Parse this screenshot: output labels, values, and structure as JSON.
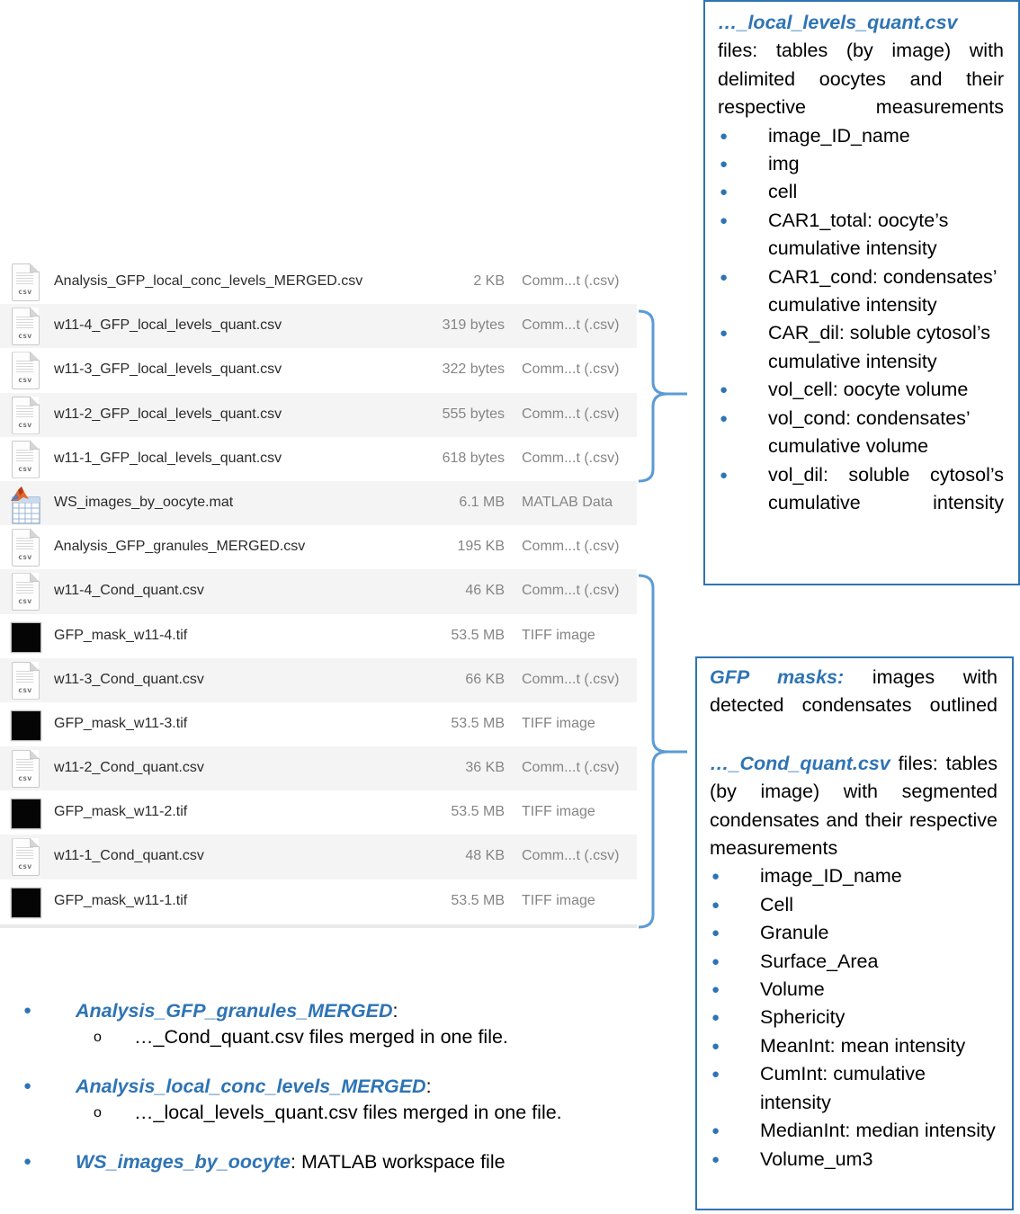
{
  "files": [
    {
      "name": "Analysis_GFP_local_conc_levels_MERGED.csv",
      "size": "2 KB",
      "kind": "Comm...t (.csv)",
      "icon": "csv-file-icon"
    },
    {
      "name": "w11-4_GFP_local_levels_quant.csv",
      "size": "319 bytes",
      "kind": "Comm...t (.csv)",
      "icon": "csv-file-icon"
    },
    {
      "name": "w11-3_GFP_local_levels_quant.csv",
      "size": "322 bytes",
      "kind": "Comm...t (.csv)",
      "icon": "csv-file-icon"
    },
    {
      "name": "w11-2_GFP_local_levels_quant.csv",
      "size": "555 bytes",
      "kind": "Comm...t (.csv)",
      "icon": "csv-file-icon"
    },
    {
      "name": "w11-1_GFP_local_levels_quant.csv",
      "size": "618 bytes",
      "kind": "Comm...t (.csv)",
      "icon": "csv-file-icon"
    },
    {
      "name": "WS_images_by_oocyte.mat",
      "size": "6.1 MB",
      "kind": "MATLAB Data",
      "icon": "matlab-file-icon"
    },
    {
      "name": "Analysis_GFP_granules_MERGED.csv",
      "size": "195 KB",
      "kind": "Comm...t (.csv)",
      "icon": "csv-file-icon"
    },
    {
      "name": "w11-4_Cond_quant.csv",
      "size": "46 KB",
      "kind": "Comm...t (.csv)",
      "icon": "csv-file-icon"
    },
    {
      "name": "GFP_mask_w11-4.tif",
      "size": "53.5 MB",
      "kind": "TIFF image",
      "icon": "tiff-thumbnail-icon"
    },
    {
      "name": "w11-3_Cond_quant.csv",
      "size": "66 KB",
      "kind": "Comm...t (.csv)",
      "icon": "csv-file-icon"
    },
    {
      "name": "GFP_mask_w11-3.tif",
      "size": "53.5 MB",
      "kind": "TIFF image",
      "icon": "tiff-thumbnail-icon"
    },
    {
      "name": "w11-2_Cond_quant.csv",
      "size": "36 KB",
      "kind": "Comm...t (.csv)",
      "icon": "csv-file-icon"
    },
    {
      "name": "GFP_mask_w11-2.tif",
      "size": "53.5 MB",
      "kind": "TIFF image",
      "icon": "tiff-thumbnail-icon"
    },
    {
      "name": "w11-1_Cond_quant.csv",
      "size": "48 KB",
      "kind": "Comm...t (.csv)",
      "icon": "csv-file-icon"
    },
    {
      "name": "GFP_mask_w11-1.tif",
      "size": "53.5 MB",
      "kind": "TIFF image",
      "icon": "tiff-thumbnail-icon"
    }
  ],
  "csv_icon_label": "CSV",
  "local_box": {
    "title": "…_local_levels_quant.csv",
    "desc": "files: tables (by image) with delimited oocytes and their respective measurements",
    "items": [
      "image_ID_name",
      "img",
      "cell",
      "CAR1_total: oocyte’s cumulative intensity",
      "CAR1_cond: condensates’ cumulative intensity",
      "CAR_dil: soluble cytosol’s cumulative intensity",
      "vol_cell: oocyte volume",
      "vol_cond: condensates’ cumulative volume",
      "vol_dil: soluble cytosol’s cumulative intensity"
    ]
  },
  "cond_box": {
    "mask_title": "GFP masks:",
    "mask_desc": "images with detected condensates outlined",
    "title": "…_Cond_quant.csv",
    "desc": "files: tables (by image) with segmented condensates and their respective measurements",
    "items": [
      "image_ID_name",
      "Cell",
      "Granule",
      "Surface_Area",
      "Volume",
      "Sphericity",
      "MeanInt: mean intensity",
      "CumInt: cumulative intensity",
      "MedianInt: median intensity",
      "Volume_um3"
    ]
  },
  "notes": [
    {
      "title": "Analysis_GFP_granules_MERGED",
      "after": ":",
      "sub": "…_Cond_quant.csv files merged in one file."
    },
    {
      "title": "Analysis_local_conc_levels_MERGED",
      "after": ":",
      "sub": "…_local_levels_quant.csv files merged in one file."
    },
    {
      "title": "WS_images_by_oocyte",
      "after": ": MATLAB workspace file",
      "sub": ""
    }
  ],
  "colors": {
    "accent": "#2e74b5",
    "bracket": "#5b9bd5",
    "row_alt": "#f4f4f4",
    "muted_text": "#858585"
  }
}
